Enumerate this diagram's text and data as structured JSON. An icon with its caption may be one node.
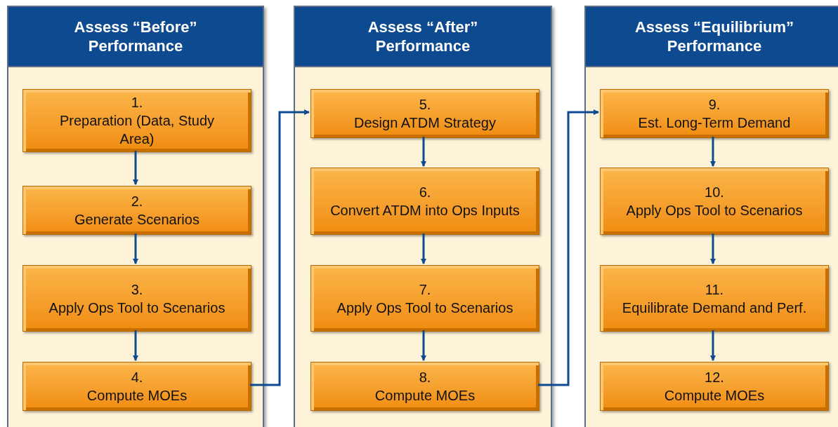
{
  "diagram": {
    "nodes": [
      {
        "text": [
          "Assess “Before” Performance"
        ]
      },
      {
        "text": [
          "1.",
          "Preparation (Data, Study Area)"
        ],
        "in": 0
      },
      {
        "text": [
          "2.",
          "Generate Scenarios"
        ],
        "in": 0
      },
      {
        "text": [
          "3.",
          "Apply Ops Tool to Scenarios"
        ],
        "in": 0
      },
      {
        "text": [
          "4.",
          "Compute MOEs"
        ],
        "in": 0
      },
      {
        "text": [
          "Assess “After” Performance"
        ]
      },
      {
        "text": [
          "5.",
          "Design ATDM Strategy"
        ],
        "in": 5
      },
      {
        "text": [
          "6.",
          "Convert ATDM into Ops Inputs"
        ],
        "in": 5
      },
      {
        "text": [
          "7.",
          "Apply Ops Tool to Scenarios"
        ],
        "in": 5
      },
      {
        "text": [
          "8.",
          "Compute MOEs"
        ],
        "in": 5
      },
      {
        "text": [
          "Assess “Equilibrium” Performance"
        ]
      },
      {
        "text": [
          "9.",
          "Est. Long-Term Demand"
        ],
        "in": 10
      },
      {
        "text": [
          "10.",
          "Apply Ops Tool to Scenarios"
        ],
        "in": 10
      },
      {
        "text": [
          "11.",
          "Equilibrate Demand and Perf."
        ],
        "in": 10
      },
      {
        "text": [
          "12.",
          "Compute MOEs"
        ],
        "in": 10
      }
    ],
    "edges": [
      {
        "from": 1,
        "to": 2,
        "arrow": "to"
      },
      {
        "from": 2,
        "to": 3,
        "arrow": "to"
      },
      {
        "from": 3,
        "to": 4,
        "arrow": "to"
      },
      {
        "from": 4,
        "to": 6,
        "arrow": "to"
      },
      {
        "from": 6,
        "to": 7,
        "arrow": "to"
      },
      {
        "from": 7,
        "to": 8,
        "arrow": "to"
      },
      {
        "from": 8,
        "to": 9,
        "arrow": "to"
      },
      {
        "from": 9,
        "to": 11,
        "arrow": "to"
      },
      {
        "from": 11,
        "to": 12,
        "arrow": "to"
      },
      {
        "from": 12,
        "to": 13,
        "arrow": "to"
      },
      {
        "from": 13,
        "to": 14,
        "arrow": "to"
      }
    ]
  }
}
